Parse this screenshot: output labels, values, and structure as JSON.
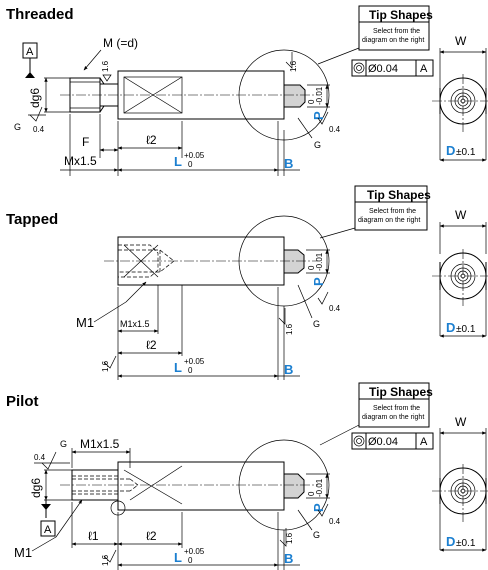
{
  "sections": [
    {
      "title": "Threaded",
      "tip_title": "Tip Shapes",
      "tip_sub1": "Select from the",
      "tip_sub2": "diagram on the right",
      "datum": "A",
      "tol_value": "Ø0.04",
      "tol_ref": "A",
      "labels": {
        "m_eq_d": "M (=d)",
        "dg6": "dg6",
        "f": "F",
        "l2": "ℓ2",
        "mx": "Mx1.5",
        "L": "L",
        "Lsup": "+0.05",
        "Lsub": "0",
        "B": "B",
        "P": "P",
        "Psup": "0",
        "Psub": "-0.01",
        "W": "W",
        "D": "D",
        "Dtol": "±0.1",
        "r16": "1.6",
        "r04": "0.4",
        "g": "G"
      }
    },
    {
      "title": "Tapped",
      "tip_title": "Tip Shapes",
      "tip_sub1": "Select from the",
      "tip_sub2": "diagram on the right",
      "labels": {
        "m1": "M1",
        "m1x": "M1x1.5",
        "l2": "ℓ2",
        "L": "L",
        "Lsup": "+0.05",
        "Lsub": "0",
        "B": "B",
        "P": "P",
        "Psup": "0",
        "Psub": "-0.01",
        "W": "W",
        "D": "D",
        "Dtol": "±0.1",
        "r16": "1.6",
        "r04": "0.4",
        "g": "G"
      }
    },
    {
      "title": "Pilot",
      "tip_title": "Tip Shapes",
      "tip_sub1": "Select from the",
      "tip_sub2": "diagram on the right",
      "datum": "A",
      "tol_value": "Ø0.04",
      "tol_ref": "A",
      "labels": {
        "m1x": "M1x1.5",
        "dg6": "dg6",
        "m1": "M1",
        "l1": "ℓ1",
        "l2": "ℓ2",
        "L": "L",
        "Lsup": "+0.05",
        "Lsub": "0",
        "B": "B",
        "P": "P",
        "Psup": "0",
        "Psub": "-0.01",
        "W": "W",
        "D": "D",
        "Dtol": "±0.1",
        "r16": "1.6",
        "r04": "0.4",
        "g": "G"
      }
    }
  ]
}
